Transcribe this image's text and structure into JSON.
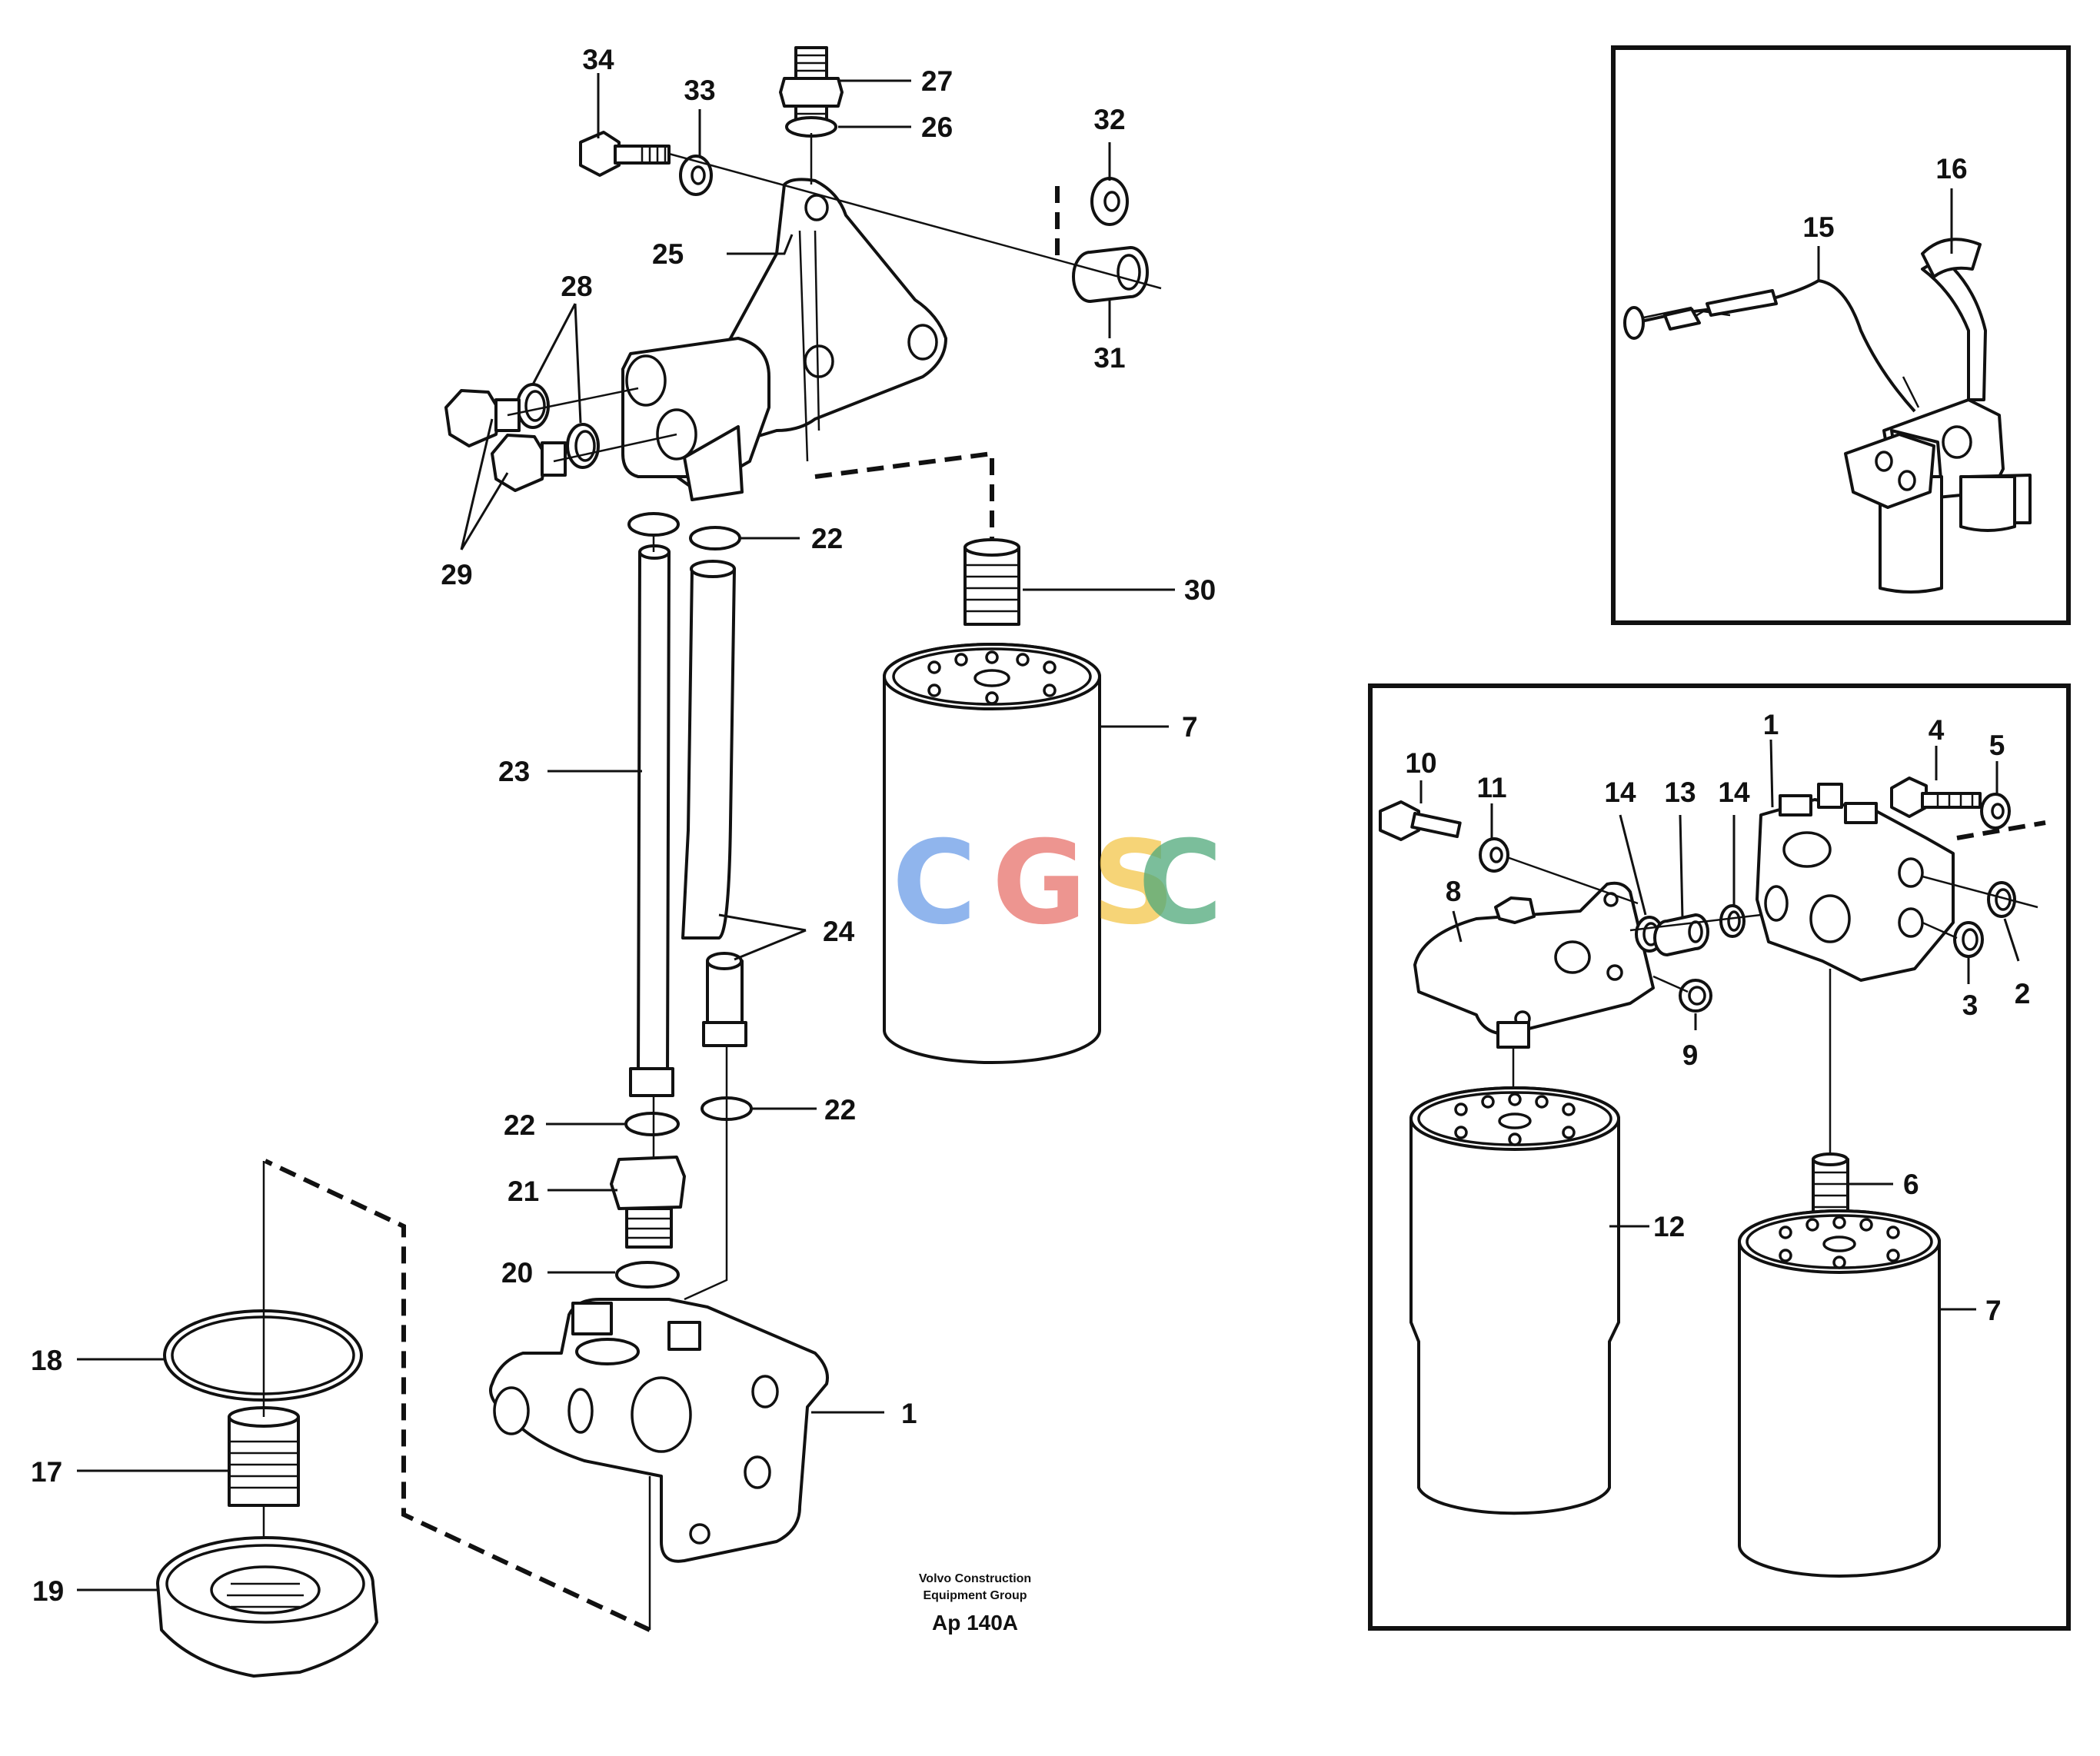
{
  "callouts_main": [
    "34",
    "33",
    "27",
    "26",
    "32",
    "25",
    "31",
    "28",
    "29",
    "22",
    "30",
    "7",
    "23",
    "24",
    "22",
    "22",
    "21",
    "20",
    "18",
    "1",
    "17",
    "19"
  ],
  "callouts_inset_top": [
    "16",
    "15"
  ],
  "callouts_inset_bottom": [
    "1",
    "4",
    "5",
    "10",
    "11",
    "14",
    "13",
    "14",
    "8",
    "2",
    "3",
    "9",
    "6",
    "12",
    "7"
  ],
  "caption": {
    "line1": "Volvo Construction",
    "line2": "Equipment Group",
    "code": "Ap 140A"
  },
  "watermark": {
    "letters": [
      "C",
      "G",
      "S",
      "C"
    ],
    "colors": [
      "#6b9de8",
      "#e8726c",
      "#f4c64a",
      "#4fa97a"
    ]
  }
}
